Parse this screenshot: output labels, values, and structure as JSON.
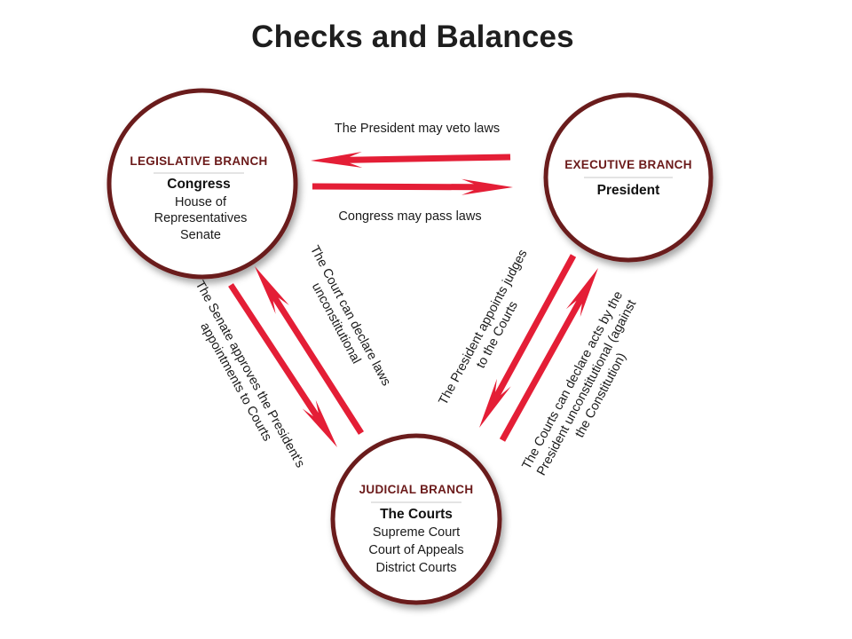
{
  "title": "Checks and Balances",
  "colors": {
    "circle_outline": "#6b1a1a",
    "branch_title": "#6b1a1a",
    "arrow": "#e41e36",
    "text": "#1a1a1a"
  },
  "branches": {
    "legislative": {
      "title": "LEGISLATIVE BRANCH",
      "name": "Congress",
      "members": [
        "House of",
        "Representatives",
        "Senate"
      ]
    },
    "executive": {
      "title": "EXECUTIVE BRANCH",
      "name": "President",
      "members": []
    },
    "judicial": {
      "title": "JUDICIAL BRANCH",
      "name": "The Courts",
      "members": [
        "Supreme Court",
        "Court of Appeals",
        "District Courts"
      ]
    }
  },
  "checks": {
    "veto": {
      "text": "The President may veto laws"
    },
    "pass_laws": {
      "text": "Congress may pass laws"
    },
    "senate_approves": {
      "lines": [
        "The Senate approves the President's",
        "appointments to Courts"
      ]
    },
    "court_declares_laws": {
      "lines": [
        "The Court can declare laws",
        "unconstitutional"
      ]
    },
    "president_appoints": {
      "lines": [
        "The President appoints judges",
        "to the Courts"
      ]
    },
    "courts_declare_acts": {
      "lines": [
        "The Courts can declare acts by the",
        "President unconstitutional (against",
        "the Constitution)"
      ]
    }
  }
}
